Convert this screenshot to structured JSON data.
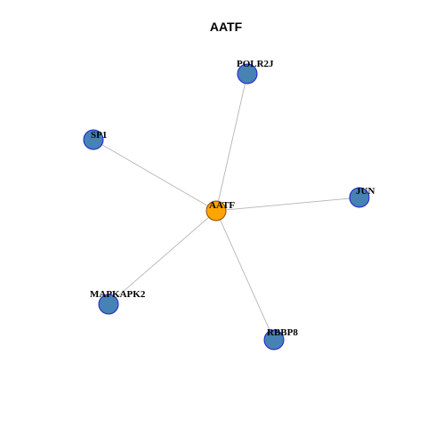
{
  "title": "AATF",
  "center": "AATF",
  "nodes": [
    {
      "id": "AATF",
      "label": "AATF",
      "role": "center"
    },
    {
      "id": "POLR2J",
      "label": "POLR2J",
      "role": "neighbor"
    },
    {
      "id": "SP1",
      "label": "SP1",
      "role": "neighbor"
    },
    {
      "id": "JUN",
      "label": "JUN",
      "role": "neighbor"
    },
    {
      "id": "MAPKAPK2",
      "label": "MAPKAPK2",
      "role": "neighbor"
    },
    {
      "id": "RBBP8",
      "label": "RBBP8",
      "role": "neighbor"
    }
  ],
  "edges": [
    {
      "source": "AATF",
      "target": "POLR2J"
    },
    {
      "source": "AATF",
      "target": "SP1"
    },
    {
      "source": "AATF",
      "target": "JUN"
    },
    {
      "source": "AATF",
      "target": "MAPKAPK2"
    },
    {
      "source": "AATF",
      "target": "RBBP8"
    }
  ],
  "colors": {
    "center_fill": "#ffa500",
    "center_stroke": "#8b4a00",
    "neighbor_fill": "#4682b4",
    "neighbor_stroke": "#1f1fcc",
    "edge": "#b4b4b4"
  }
}
